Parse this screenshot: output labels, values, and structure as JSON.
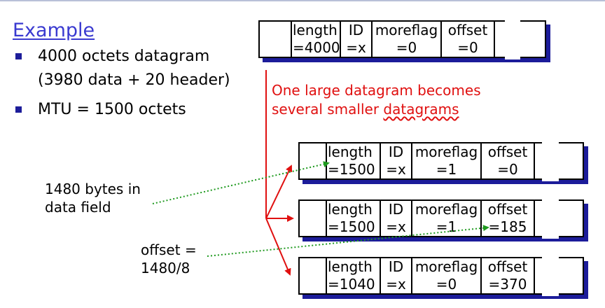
{
  "title": "Example",
  "bullets": [
    {
      "line1": "4000 octets datagram",
      "line2": "(3980 data + 20 header)"
    },
    {
      "line1": "MTU = 1500 octets",
      "line2": ""
    }
  ],
  "note_red": {
    "line1": "One large datagram becomes",
    "line2a": "several smaller ",
    "line2b": "datagrams"
  },
  "note_1480": {
    "line1": "1480 bytes in",
    "line2": "data field"
  },
  "note_offset": {
    "line1": "offset =",
    "line2": "1480/8"
  },
  "original": {
    "length": "=4000",
    "id": "=x",
    "moreflag": "=0",
    "offset": "=0"
  },
  "fragments": [
    {
      "length": "=1500",
      "id": "=x",
      "moreflag": "=1",
      "offset": "=0"
    },
    {
      "length": "=1500",
      "id": "=x",
      "moreflag": "=1",
      "offset": "=185"
    },
    {
      "length": "=1040",
      "id": "=x",
      "moreflag": "=0",
      "offset": "=370"
    }
  ],
  "headers": {
    "length": "length",
    "id": "ID",
    "moreflag": "moreflag",
    "offset": "offset"
  },
  "colors": {
    "arrow_red": "#e01010",
    "pointer_green": "#1f9a1f",
    "shadow_blue": "#1c1c9a",
    "title_blue": "#3a3ad0"
  }
}
